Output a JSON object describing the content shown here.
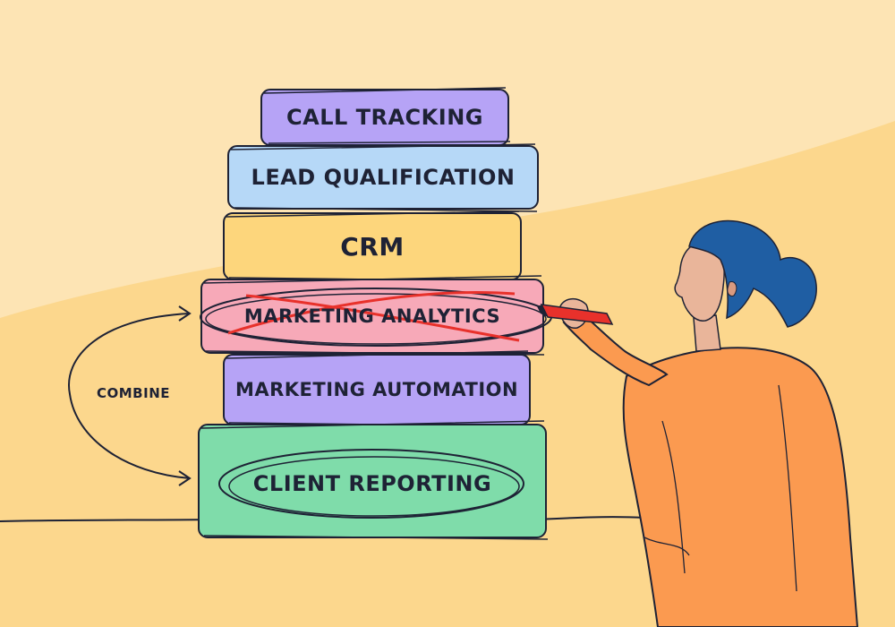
{
  "diagram": {
    "blocks": [
      {
        "label": "CALL TRACKING",
        "fill": "#b6a3f6"
      },
      {
        "label": "LEAD QUALIFICATION",
        "fill": "#b6d8f7"
      },
      {
        "label": "CRM",
        "fill": "#fdd67c"
      },
      {
        "label": "MARKETING ANALYTICS",
        "fill": "#f7a9b8",
        "crossed_out": true
      },
      {
        "label": "MARKETING AUTOMATION",
        "fill": "#b6a3f6"
      },
      {
        "label": "CLIENT REPORTING",
        "fill": "#7fdcaa",
        "circled": true
      }
    ],
    "combine_label": "COMBINE"
  },
  "colors": {
    "background": "#fde4b4",
    "background_curve": "#fcd78d",
    "outline": "#1e2235",
    "marker": "#e8312b",
    "shirt": "#fb9a50",
    "hair": "#1f5ea3",
    "skin": "#e9b59a"
  },
  "figure": {
    "description_icon": "person-with-marker-icon"
  }
}
